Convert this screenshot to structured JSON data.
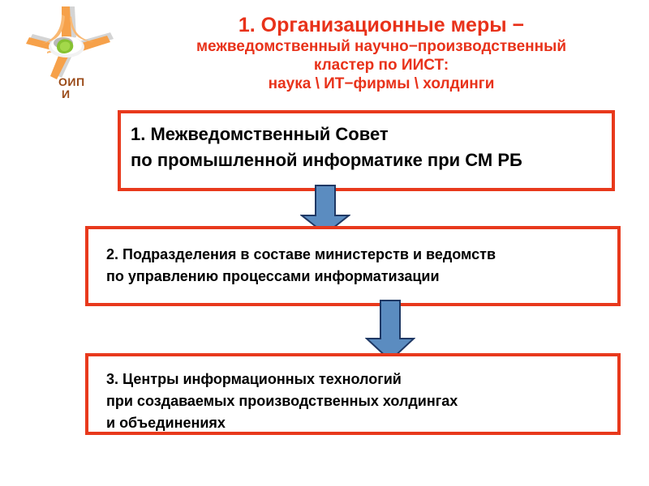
{
  "slide": {
    "logo": {
      "icon_name": "oipi-institute-logo",
      "caption_line_1": "ОИП",
      "caption_line_2": "И",
      "caption_color": "#9a4a18",
      "arm_color": "#f6a14a",
      "arm_shade_color": "#d8d8d8",
      "center_color": "#86c232"
    },
    "title": {
      "line_1": "1. Организационные меры −",
      "line_2": "межведомственный научно−производственный",
      "line_3": "кластер по ИИСТ:",
      "line_4": "наука \\ ИТ−фирмы \\ холдинги",
      "color": "#e8321a"
    },
    "diagram": {
      "box_border_color": "#e8391c",
      "box_text_color": "#000000",
      "arrow_fill_color": "#5b8cc0",
      "arrow_stroke_color": "#1f3864",
      "boxes": [
        {
          "id": "box-1",
          "lines": [
            "1. Межведомственный Совет",
            "по промышленной информатике при СМ РБ"
          ]
        },
        {
          "id": "box-2",
          "lines": [
            "2. Подразделения в составе министерств и ведомств",
            " по управлению процессами информатизации"
          ]
        },
        {
          "id": "box-3",
          "lines": [
            "3. Центры информационных технологий",
            " при создаваемых производственных холдингах",
            " и объединениях"
          ]
        }
      ],
      "arrows": [
        {
          "id": "arrow-1",
          "icon_name": "down-arrow-icon"
        },
        {
          "id": "arrow-2",
          "icon_name": "down-arrow-icon"
        }
      ]
    }
  }
}
